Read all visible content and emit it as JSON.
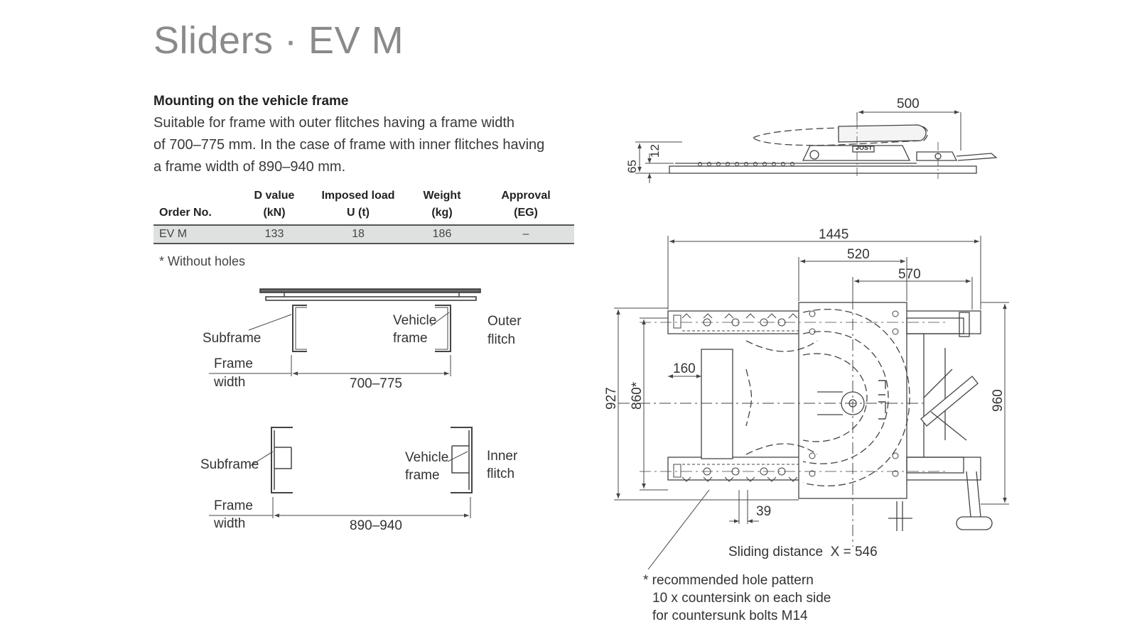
{
  "page": {
    "title": "Sliders · EV M",
    "section_heading": "Mounting on the vehicle frame",
    "description_lines": [
      "Suitable for frame with outer flitches having a frame width",
      "of 700–775 mm. In the case of frame with inner flitches having",
      "a frame width of 890–940 mm."
    ]
  },
  "table": {
    "headers": [
      [
        "Order No.",
        ""
      ],
      [
        "D value",
        "(kN)"
      ],
      [
        "Imposed load",
        "U (t)"
      ],
      [
        "Weight",
        "(kg)"
      ],
      [
        "Approval",
        "(EG)"
      ]
    ],
    "rows": [
      [
        "EV M",
        "133",
        "18",
        "186",
        "–"
      ]
    ],
    "footnote": "* Without holes"
  },
  "outer_diagram": {
    "subframe": "Subframe",
    "vehicle_frame": [
      "Vehicle",
      "frame"
    ],
    "flitch": [
      "Outer",
      "flitch"
    ],
    "frame_width": [
      "Frame",
      "width"
    ],
    "dimension": "700–775"
  },
  "inner_diagram": {
    "subframe": "Subframe",
    "vehicle_frame": [
      "Vehicle",
      "frame"
    ],
    "flitch": [
      "Inner",
      "flitch"
    ],
    "frame_width": [
      "Frame",
      "width"
    ],
    "dimension": "890–940"
  },
  "side_view": {
    "dim_top": "500",
    "dim_12": "12",
    "dim_65": "65",
    "logo_text": "JOST"
  },
  "top_view": {
    "dim_1445": "1445",
    "dim_520": "520",
    "dim_570": "570",
    "dim_160": "160",
    "dim_927": "927",
    "dim_860": "860*",
    "dim_960": "960",
    "dim_39": "39",
    "sliding": "Sliding distance  X = 546",
    "note_lines": [
      "* recommended hole pattern",
      "10 x countersink on each side",
      "for countersunk bolts M14"
    ]
  }
}
